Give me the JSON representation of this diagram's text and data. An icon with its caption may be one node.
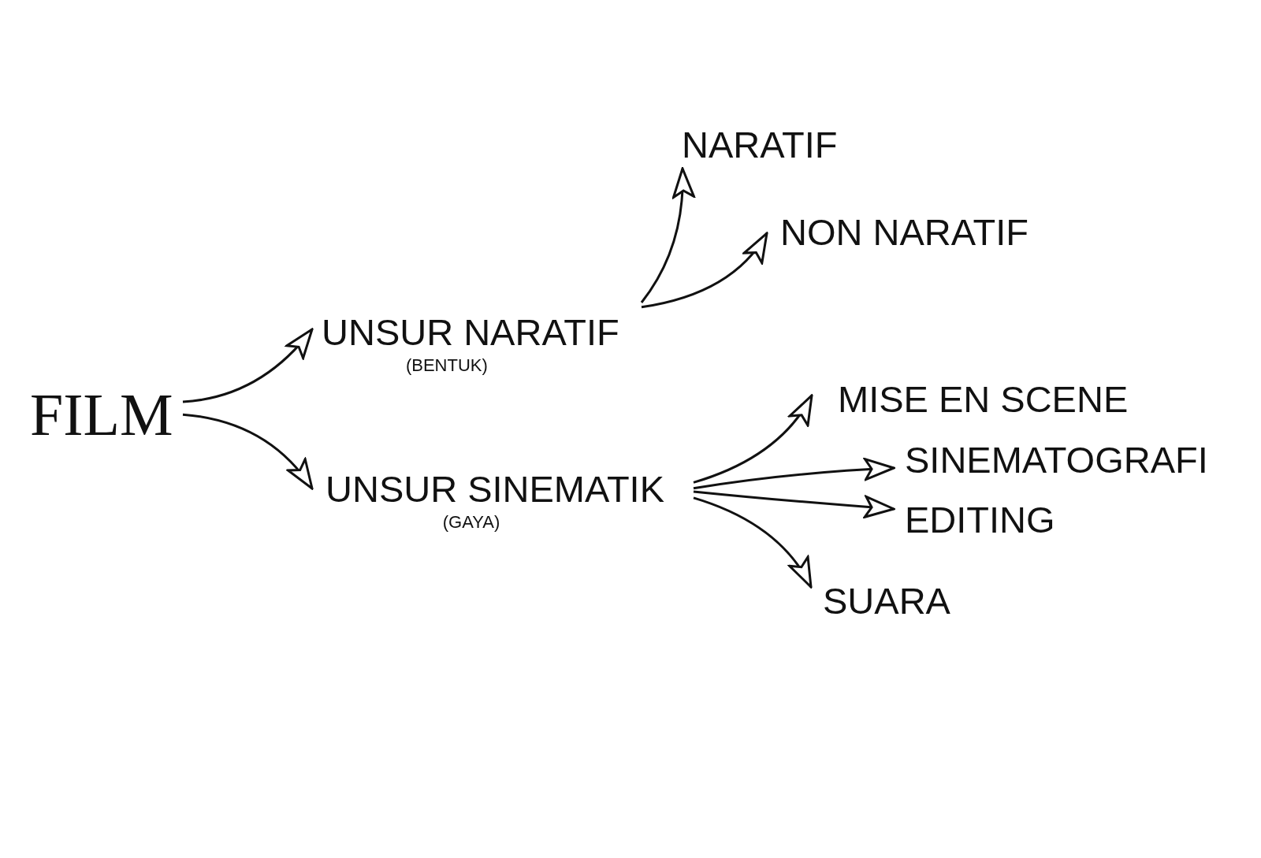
{
  "diagram": {
    "nodes": [
      {
        "text": [
          "FILM"
        ]
      },
      {
        "text": [
          "UNSUR NARATIF",
          "(BENTUK)"
        ]
      },
      {
        "text": [
          "UNSUR SINEMATIK",
          "(GAYA)"
        ]
      },
      {
        "text": [
          "NARATIF"
        ]
      },
      {
        "text": [
          "NON NARATIF"
        ]
      },
      {
        "text": [
          "MISE EN SCENE"
        ]
      },
      {
        "text": [
          "SINEMATOGRAFI"
        ]
      },
      {
        "text": [
          "EDITING"
        ]
      },
      {
        "text": [
          "SUARA"
        ]
      }
    ],
    "edges": [
      {
        "from": 0,
        "to": 1,
        "arrow": "to"
      },
      {
        "from": 0,
        "to": 2,
        "arrow": "to"
      },
      {
        "from": 1,
        "to": 3,
        "arrow": "to"
      },
      {
        "from": 1,
        "to": 4,
        "arrow": "to"
      },
      {
        "from": 2,
        "to": 5,
        "arrow": "to"
      },
      {
        "from": 2,
        "to": 6,
        "arrow": "to"
      },
      {
        "from": 2,
        "to": 7,
        "arrow": "to"
      },
      {
        "from": 2,
        "to": 8,
        "arrow": "to"
      }
    ]
  }
}
